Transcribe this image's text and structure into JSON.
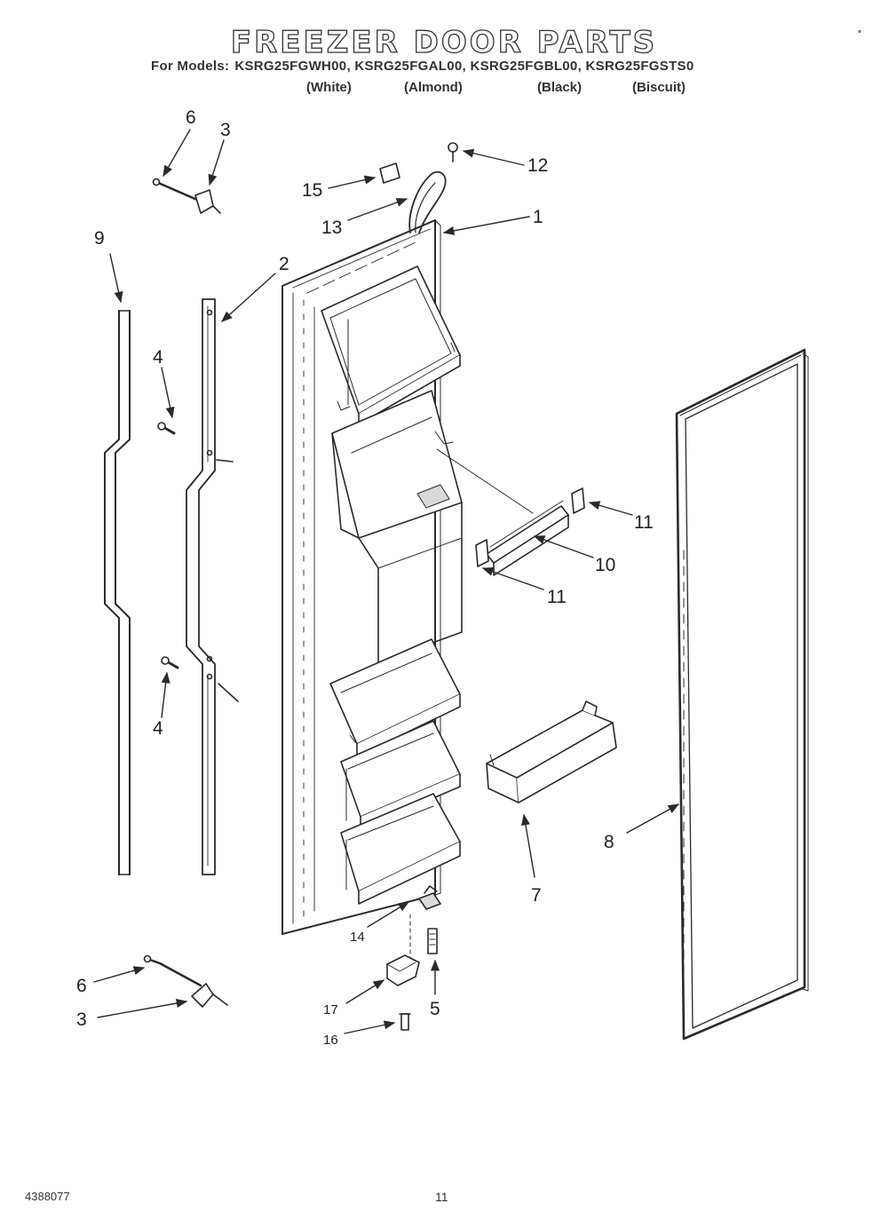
{
  "header": {
    "title": "FREEZER DOOR PARTS",
    "models_lead": "For Models:",
    "models": "KSRG25FGWH00, KSRG25FGAL00, KSRG25FGBL00, KSRG25FGSTS0",
    "colors": [
      "(White)",
      "(Almond)",
      "(Black)",
      "(Biscuit)"
    ]
  },
  "callouts": {
    "c1": "1",
    "c2": "2",
    "c3_top": "3",
    "c3_bottom": "3",
    "c4_top": "4",
    "c4_bottom": "4",
    "c5": "5",
    "c6_top": "6",
    "c6_bottom": "6",
    "c7": "7",
    "c8": "8",
    "c9": "9",
    "c10": "10",
    "c11_top": "11",
    "c11_bottom": "11",
    "c12": "12",
    "c13": "13",
    "c14": "14",
    "c15": "15",
    "c16": "16",
    "c17": "17"
  },
  "footer": {
    "code": "4388077",
    "page": "11"
  },
  "colors": {
    "line": "#2a2a2a",
    "fill": "#ffffff",
    "shade": "#d9d9d9"
  }
}
